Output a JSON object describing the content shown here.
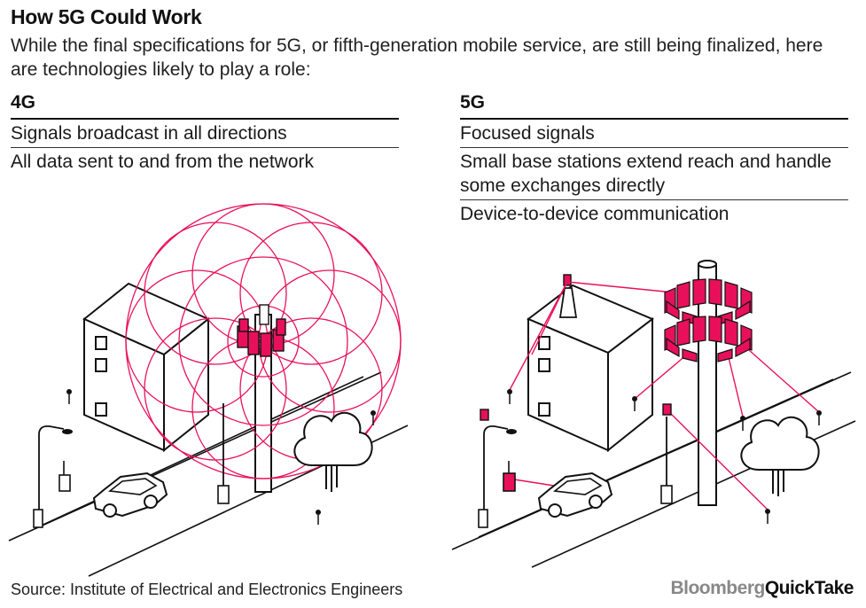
{
  "header": {
    "title": "How 5G Could Work",
    "subtitle": "While the final specifications for 5G, or fifth-generation mobile service, are still being finalized, here are technologies likely to play a role:"
  },
  "columns": [
    {
      "heading": "4G",
      "rows": [
        "Signals broadcast in all directions",
        "All data sent to and from the network"
      ]
    },
    {
      "heading": "5G",
      "rows": [
        "Focused signals",
        "Small base stations extend reach and handle some exchanges directly",
        "Device-to-device communication"
      ]
    }
  ],
  "footer": {
    "source": "Source: Institute of Electrical and Electronics Engineers",
    "brand_a": "Bloomberg",
    "brand_b": "QuickTake"
  },
  "colors": {
    "accent": "#e8105a",
    "ink": "#111111"
  }
}
